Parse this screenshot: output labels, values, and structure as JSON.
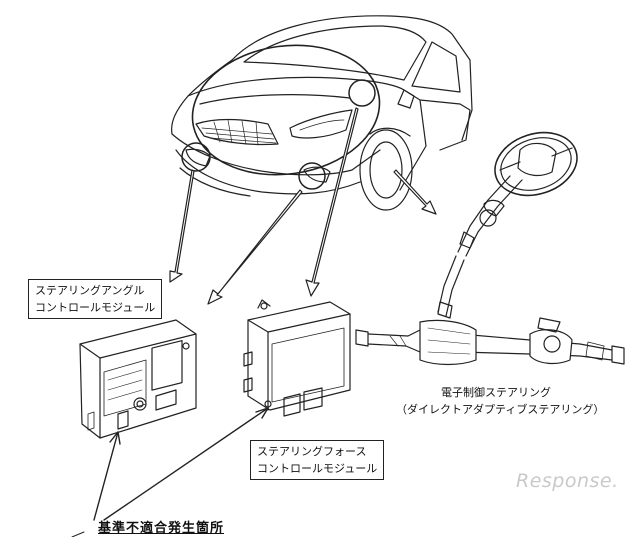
{
  "labels": {
    "steering_angle_module": [
      "ステアリングアングル",
      "コントロールモジュール"
    ],
    "steering_force_module": [
      "ステアリングフォース",
      "コントロールモジュール"
    ],
    "electronic_steering": [
      "電子制御ステアリング",
      "（ダイレクトアダプティブステアリング）"
    ],
    "defect_location": "基準不適合発生箇所"
  },
  "watermark": "Response.",
  "colors": {
    "line": "#222222",
    "watermark": "#c9c9c9"
  }
}
